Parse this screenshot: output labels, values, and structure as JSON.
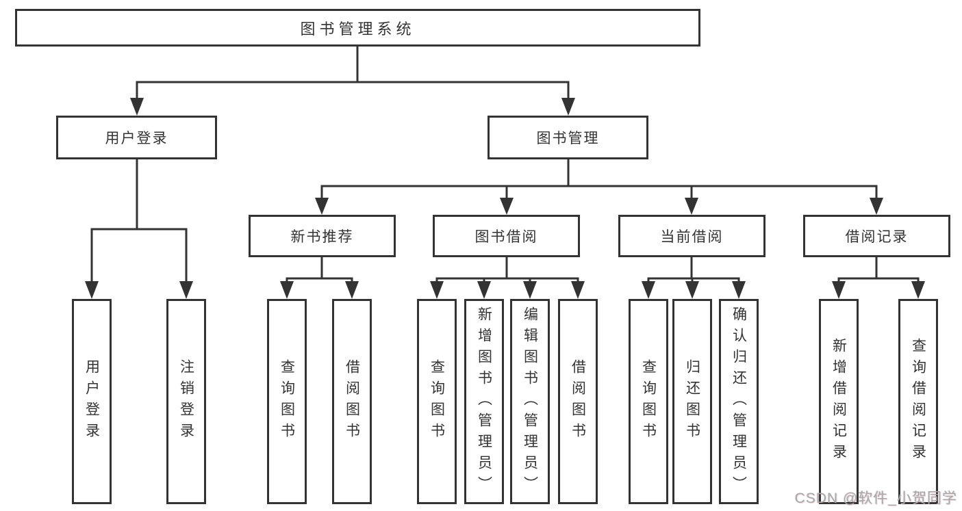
{
  "title": "图书管理系统",
  "level2": [
    "用户登录",
    "图书管理"
  ],
  "level3": [
    "新书推荐",
    "图书借阅",
    "当前借阅",
    "借阅记录"
  ],
  "leaves": {
    "user_login": [
      "用户登录",
      "注销登录"
    ],
    "new_books": [
      "查询图书",
      "借阅图书"
    ],
    "book_borrow": [
      "查询图书",
      "新增图书（管理员）",
      "编辑图书（管理员）",
      "借阅图书"
    ],
    "current_borrow": [
      "查询图书",
      "归还图书",
      "确认归还（管理员）"
    ],
    "borrow_records": [
      "新增借阅记录",
      "查询借阅记录"
    ]
  },
  "watermark": "CSDN @软件_小贺同学",
  "colors": {
    "line": "#333333",
    "box_border": "#333333",
    "text": "#333333",
    "background": "#ffffff",
    "watermark": "#a9a9a9"
  }
}
